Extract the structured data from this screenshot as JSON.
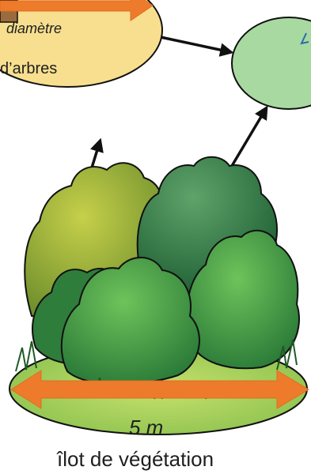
{
  "labels": {
    "top_left_line1": "diamètre",
    "top_left_line2": "d’arbres",
    "distance": "5 m",
    "island_caption": "îlot de végétation"
  },
  "colors": {
    "top_left_ellipse": "#f7df8f",
    "top_right_ellipse": "#a8d9a0",
    "orange_arrow": "#ee7b2c",
    "ground": "#a8d36a",
    "bush_dark": "#2d7d3a",
    "bush_mid": "#4a9a3c",
    "bush_light": "#a2b83a",
    "outline": "#111111"
  }
}
